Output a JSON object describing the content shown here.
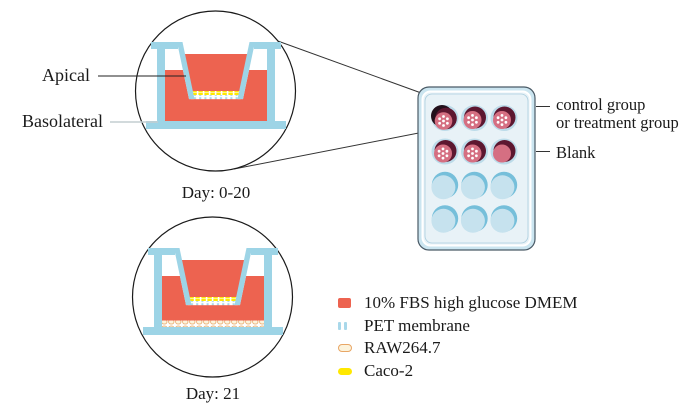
{
  "labels": {
    "apical": "Apical",
    "basolateral": "Basolateral",
    "day_top": "Day: 0-20",
    "day_bottom": "Day: 21",
    "control_group_line1": "control group",
    "control_group_line2": "or treatment group",
    "blank": "Blank"
  },
  "legend": {
    "items": [
      {
        "id": "dmem",
        "label": "10% FBS high glucose DMEM",
        "color": "#ED6350"
      },
      {
        "id": "pet-membrane",
        "label": "PET membrane",
        "color": "#A9D8EA"
      },
      {
        "id": "raw264-7",
        "label": "RAW264.7",
        "color": "#FCF3DC",
        "border_color": "#E8A665"
      },
      {
        "id": "caco-2",
        "label": "Caco-2",
        "color": "#FFE800"
      }
    ]
  },
  "colors": {
    "medium_red": "#ED6350",
    "plastic_blue": "#9DD4E6",
    "caco2_yellow": "#FFE800",
    "raw_cream": "#FCF3DC",
    "pet_blue": "#A9D8EA",
    "well_maroon": "#5D1730",
    "well_pink": "#D56F82",
    "plate_inner": "#E8F2F7",
    "plate_rim": "#CBE5F0"
  },
  "plate": {
    "rows": 4,
    "cols": 3,
    "wells": [
      [
        "filled-magnified",
        "filled",
        "filled"
      ],
      [
        "filled",
        "filled",
        "blank"
      ],
      [
        "empty",
        "empty",
        "empty"
      ],
      [
        "empty",
        "empty",
        "empty"
      ]
    ]
  }
}
